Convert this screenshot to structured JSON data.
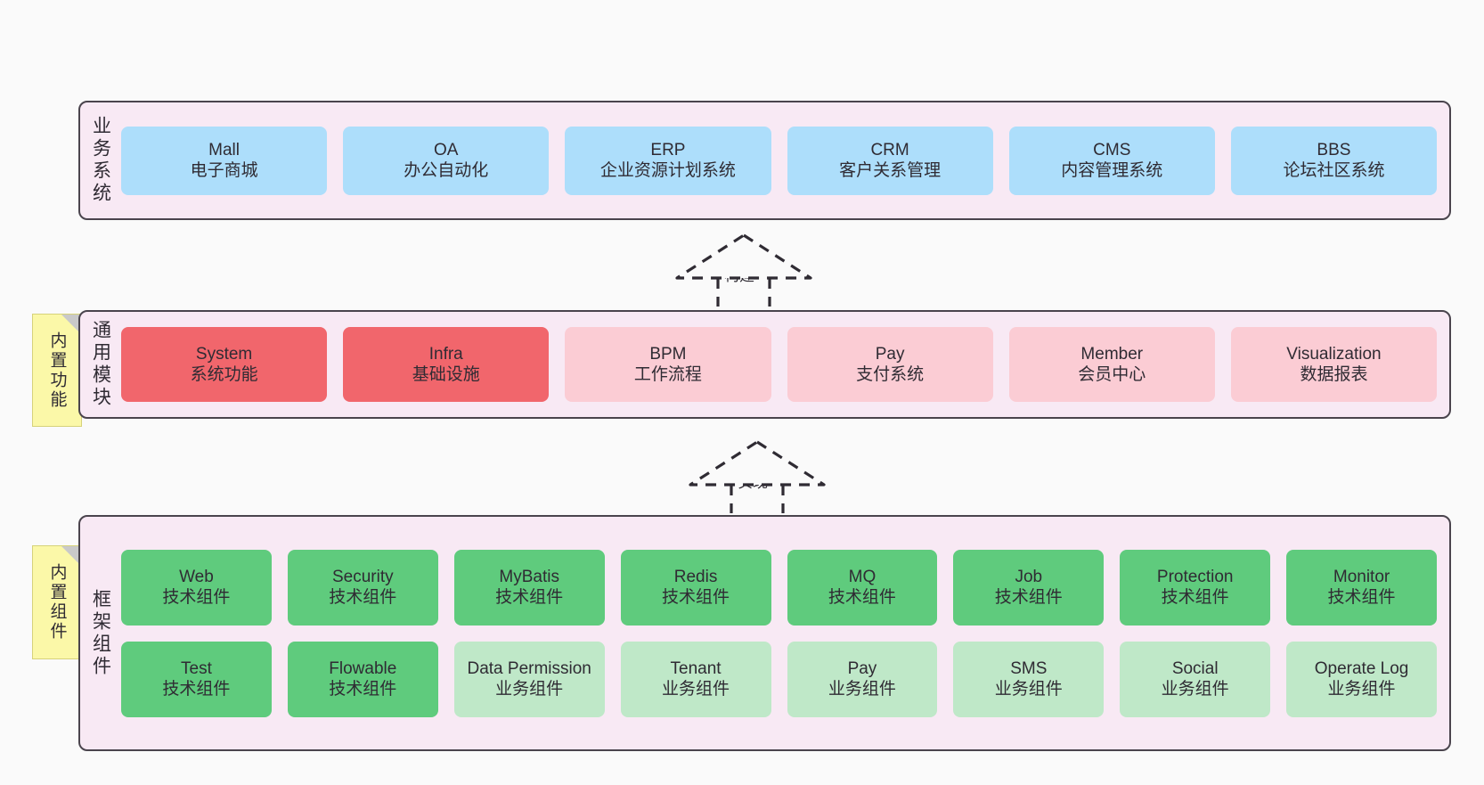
{
  "diagram": {
    "background": "#fafafa",
    "section_fill": "#f8e9f4",
    "section_border": "#4a444d",
    "note_fill": "#fbf8a8"
  },
  "notes": [
    {
      "label": "内置功能"
    },
    {
      "label": "内置组件"
    }
  ],
  "connectors": [
    {
      "label": "构建",
      "style": "dashed-generalization"
    },
    {
      "label": "实现",
      "style": "dashed-generalization"
    }
  ],
  "sections": [
    {
      "title": "业务系统",
      "color": "#addefb",
      "rows": [
        [
          {
            "en": "Mall",
            "cn": "电子商城",
            "color": "#addefb"
          },
          {
            "en": "OA",
            "cn": "办公自动化",
            "color": "#addefb"
          },
          {
            "en": "ERP",
            "cn": "企业资源计划系统",
            "color": "#addefb"
          },
          {
            "en": "CRM",
            "cn": "客户关系管理",
            "color": "#addefb"
          },
          {
            "en": "CMS",
            "cn": "内容管理系统",
            "color": "#addefb"
          },
          {
            "en": "BBS",
            "cn": "论坛社区系统",
            "color": "#addefb"
          }
        ]
      ]
    },
    {
      "title": "通用模块",
      "color": "#fbccd4",
      "rows": [
        [
          {
            "en": "System",
            "cn": "系统功能",
            "color": "#f1666c"
          },
          {
            "en": "Infra",
            "cn": "基础设施",
            "color": "#f1666c"
          },
          {
            "en": "BPM",
            "cn": "工作流程",
            "color": "#fbccd4"
          },
          {
            "en": "Pay",
            "cn": "支付系统",
            "color": "#fbccd4"
          },
          {
            "en": "Member",
            "cn": "会员中心",
            "color": "#fbccd4"
          },
          {
            "en": "Visualization",
            "cn": "数据报表",
            "color": "#fbccd4"
          }
        ]
      ]
    },
    {
      "title": "框架组件",
      "color": "#5fcb7d",
      "rows": [
        [
          {
            "en": "Web",
            "cn": "技术组件",
            "color": "#5fcb7d"
          },
          {
            "en": "Security",
            "cn": "技术组件",
            "color": "#5fcb7d"
          },
          {
            "en": "MyBatis",
            "cn": "技术组件",
            "color": "#5fcb7d"
          },
          {
            "en": "Redis",
            "cn": "技术组件",
            "color": "#5fcb7d"
          },
          {
            "en": "MQ",
            "cn": "技术组件",
            "color": "#5fcb7d"
          },
          {
            "en": "Job",
            "cn": "技术组件",
            "color": "#5fcb7d"
          },
          {
            "en": "Protection",
            "cn": "技术组件",
            "color": "#5fcb7d"
          },
          {
            "en": "Monitor",
            "cn": "技术组件",
            "color": "#5fcb7d"
          }
        ],
        [
          {
            "en": "Test",
            "cn": "技术组件",
            "color": "#5fcb7d"
          },
          {
            "en": "Flowable",
            "cn": "技术组件",
            "color": "#5fcb7d"
          },
          {
            "en": "Data Permission",
            "cn": "业务组件",
            "color": "#bfe8c8"
          },
          {
            "en": "Tenant",
            "cn": "业务组件",
            "color": "#bfe8c8"
          },
          {
            "en": "Pay",
            "cn": "业务组件",
            "color": "#bfe8c8"
          },
          {
            "en": "SMS",
            "cn": "业务组件",
            "color": "#bfe8c8"
          },
          {
            "en": "Social",
            "cn": "业务组件",
            "color": "#bfe8c8"
          },
          {
            "en": "Operate Log",
            "cn": "业务组件",
            "color": "#bfe8c8"
          }
        ]
      ]
    }
  ]
}
